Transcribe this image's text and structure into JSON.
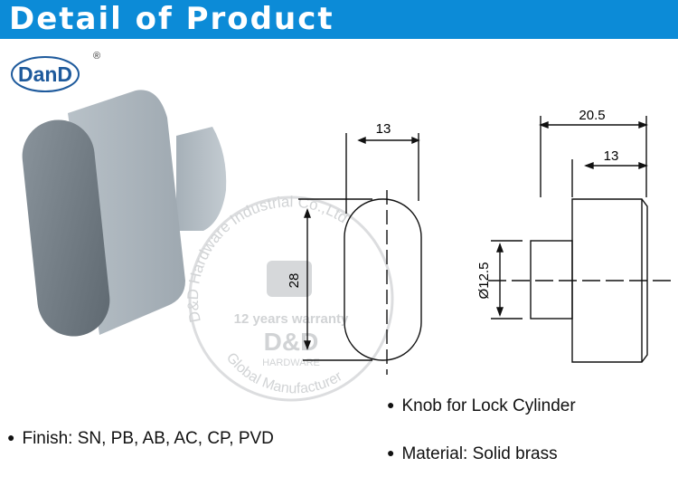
{
  "header": {
    "title": "Detail of Product",
    "color": "#0c8bd7"
  },
  "logo": {
    "text": "DanD",
    "registered": "®",
    "color": "#1e5a9c"
  },
  "watermark": {
    "arc_top": "D&D Hardware Industrial Co.,Ltd",
    "warranty": "12 years warranty",
    "brand": "D&D",
    "sub": "HARDWARE",
    "arc_bottom": "Global Manufacturer"
  },
  "drawing_front": {
    "width_dim": "13",
    "height_dim": "28"
  },
  "drawing_side": {
    "total_dim": "20.5",
    "body_dim": "13",
    "diameter_dim": "Ø12.5"
  },
  "features": [
    {
      "bullet": "●",
      "text": "Knob for Lock Cylinder"
    },
    {
      "bullet": "●",
      "text": "Material: Solid brass"
    },
    {
      "bullet": "●",
      "text": "Finish: SN, PB, AB, AC, CP, PVD"
    }
  ]
}
